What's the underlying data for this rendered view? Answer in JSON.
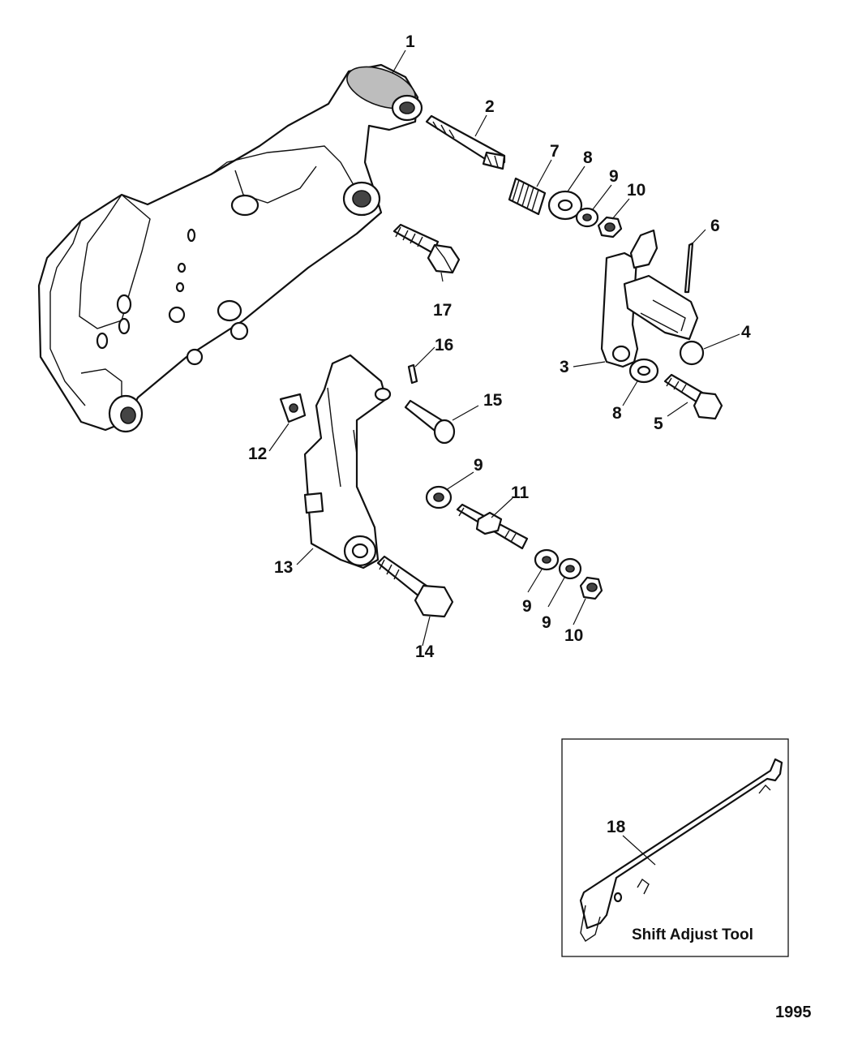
{
  "callouts": {
    "c1": "1",
    "c2": "2",
    "c3": "3",
    "c4": "4",
    "c5": "5",
    "c6": "6",
    "c7": "7",
    "c8a": "8",
    "c8b": "8",
    "c9a": "9",
    "c9b": "9",
    "c9c": "9",
    "c9d": "9",
    "c10a": "10",
    "c10b": "10",
    "c11": "11",
    "c12": "12",
    "c13": "13",
    "c14": "14",
    "c15": "15",
    "c16": "16",
    "c17": "17",
    "c18": "18"
  },
  "inset": {
    "caption": "Shift Adjust Tool"
  },
  "figure_number": "1995",
  "icons": [
    "shift-bracket",
    "pivot-pin",
    "shift-lever",
    "bolt",
    "washer",
    "locknut",
    "spring",
    "cotter-pin",
    "cap",
    "link-arm",
    "shift-adjust-tool"
  ]
}
